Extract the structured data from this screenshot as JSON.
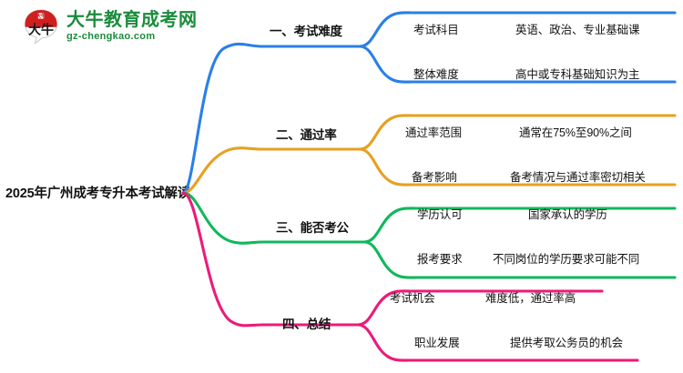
{
  "logo": {
    "mark_name": "daniu-bull-badge-icon",
    "mark_text": "大牛",
    "cn_name": "大牛教育成考网",
    "domain": "gz-chengkao.com",
    "brand_color": "#1a8c3c",
    "mark_color": "#d01f1f"
  },
  "mindmap": {
    "root": {
      "label": "2025年广州成考专升本考试解读"
    },
    "branches": [
      {
        "label": "一、考试难度",
        "color": "#2a7fe8",
        "children": [
          {
            "label": "考试科目",
            "detail": "英语、政治、专业基础课"
          },
          {
            "label": "整体难度",
            "detail": "高中或专科基础知识为主"
          }
        ]
      },
      {
        "label": "二、通过率",
        "color": "#e8a020",
        "children": [
          {
            "label": "通过率范围",
            "detail": "通常在75%至90%之间"
          },
          {
            "label": "备考影响",
            "detail": "备考情况与通过率密切相关"
          }
        ]
      },
      {
        "label": "三、能否考公",
        "color": "#10b85c",
        "children": [
          {
            "label": "学历认可",
            "detail": "国家承认的学历"
          },
          {
            "label": "报考要求",
            "detail": "不同岗位的学历要求可能不同"
          }
        ]
      },
      {
        "label": "四、总结",
        "color": "#ed1a7a",
        "children": [
          {
            "label": "考试机会",
            "detail": "难度低，通过率高"
          },
          {
            "label": "职业发展",
            "detail": "提供考取公务员的机会"
          }
        ]
      }
    ]
  }
}
